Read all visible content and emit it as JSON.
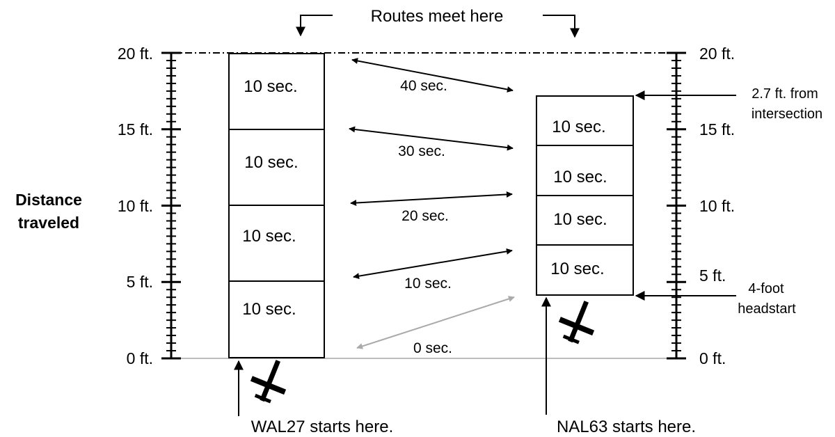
{
  "title": "Routes meet here",
  "y_axis_label": [
    "Distance",
    "traveled"
  ],
  "ticks_left": [
    "0 ft.",
    "5 ft.",
    "10 ft.",
    "15 ft.",
    "20 ft."
  ],
  "ticks_right": [
    "0 ft.",
    "5 ft.",
    "10 ft.",
    "15 ft.",
    "20 ft."
  ],
  "wal27": {
    "start_label": "WAL27 starts here.",
    "segments": [
      "10 sec.",
      "10 sec.",
      "10 sec.",
      "10 sec."
    ]
  },
  "nal63": {
    "start_label": "NAL63 starts here.",
    "segments": [
      "10 sec.",
      "10 sec.",
      "10 sec.",
      "10 sec."
    ]
  },
  "gap_labels": [
    "0 sec.",
    "10 sec.",
    "20 sec.",
    "30 sec.",
    "40 sec."
  ],
  "annotations": {
    "headstart": [
      "4-foot",
      "headstart"
    ],
    "from_intersection": [
      "2.7 ft. from",
      "intersection"
    ]
  },
  "colors": {
    "line": "#000000",
    "faded": "#aaaaaa",
    "baseline": "#bdbdbd"
  }
}
